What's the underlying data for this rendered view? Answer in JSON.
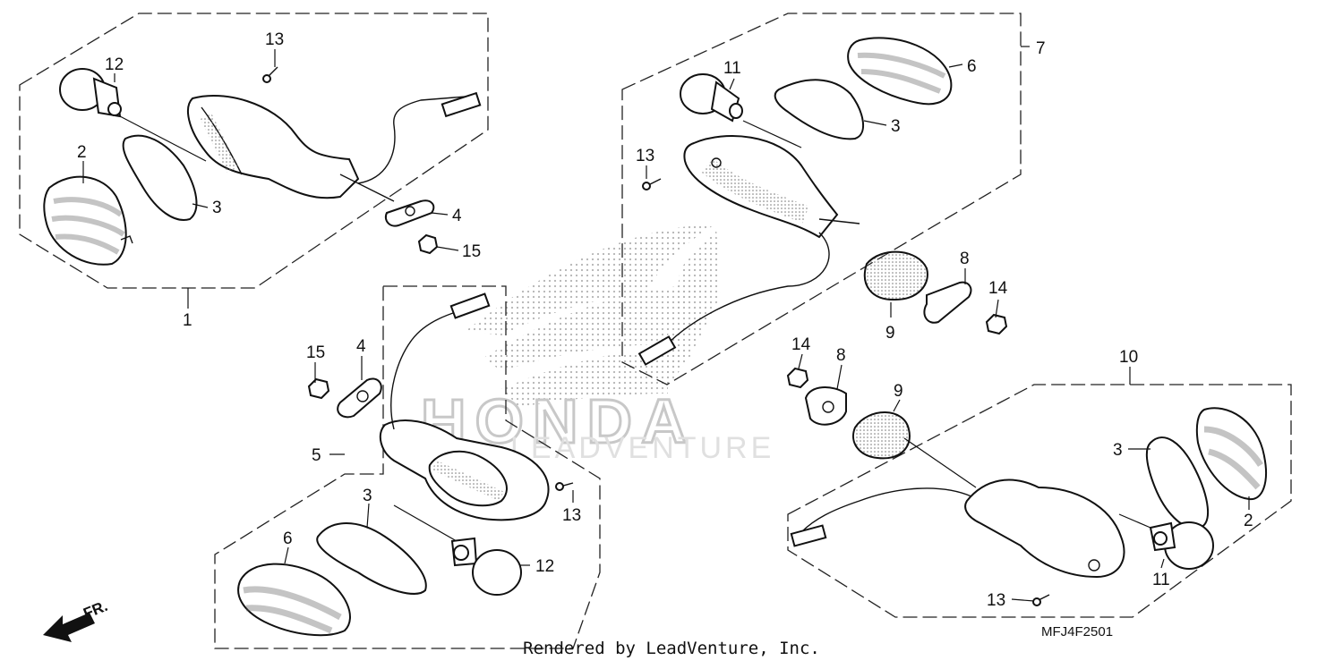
{
  "diagram": {
    "watermark_text": "HONDA",
    "watermark_sub": "LEADVENTURE",
    "part_code": "MFJ4F2501",
    "front_indicator": "FR.",
    "footer": "Rendered by LeadVenture, Inc.",
    "callouts": {
      "c1": "1",
      "c2": "2",
      "c3": "3",
      "c4": "4",
      "c5": "5",
      "c6": "6",
      "c7": "7",
      "c8": "8",
      "c9": "9",
      "c10": "10",
      "c11": "11",
      "c12": "12",
      "c13": "13",
      "c14": "14",
      "c15": "15"
    }
  }
}
